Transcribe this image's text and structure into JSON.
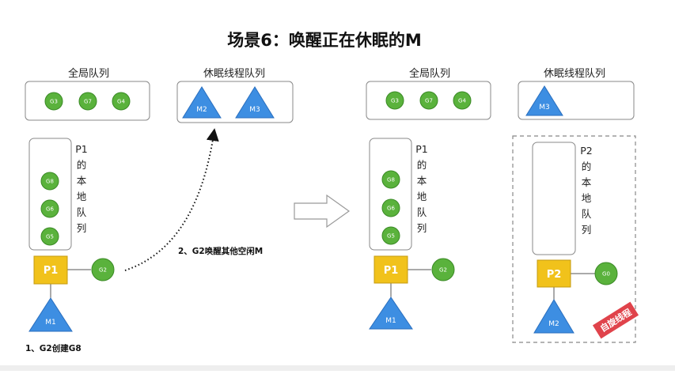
{
  "title": "场景6：唤醒正在休眠的M",
  "left": {
    "global_queue_label": "全局队列",
    "global_queue": [
      "G3",
      "G7",
      "G4"
    ],
    "sleep_queue_label": "休眠线程队列",
    "sleep_queue": [
      "M2",
      "M3"
    ],
    "p1_label_chars": [
      "P1",
      "的",
      "本",
      "地",
      "队",
      "列"
    ],
    "local_queue": [
      "G8",
      "G6",
      "G5"
    ],
    "processor": "P1",
    "current_g": "G2",
    "machine": "M1",
    "step1": "1、G2创建G8",
    "step2": "2、G2唤醒其他空闲M"
  },
  "right": {
    "global_queue_label": "全局队列",
    "global_queue": [
      "G3",
      "G7",
      "G4"
    ],
    "sleep_queue_label": "休眠线程队列",
    "sleep_queue": [
      "M3"
    ],
    "p1_label_chars": [
      "P1",
      "的",
      "本",
      "地",
      "队",
      "列"
    ],
    "local_queue": [
      "G8",
      "G6",
      "G5"
    ],
    "processor": "P1",
    "current_g": "G2",
    "machine": "M1",
    "p2_label_chars": [
      "P2",
      "的",
      "本",
      "地",
      "队",
      "列"
    ],
    "processor2": "P2",
    "current_g2": "G0",
    "machine2": "M2",
    "spinning_badge": "自旋线程"
  },
  "colors": {
    "goroutine": "#5ab23c",
    "processor": "#f1c21b",
    "machine": "#3d8ee2",
    "badge": "#e0434b"
  }
}
